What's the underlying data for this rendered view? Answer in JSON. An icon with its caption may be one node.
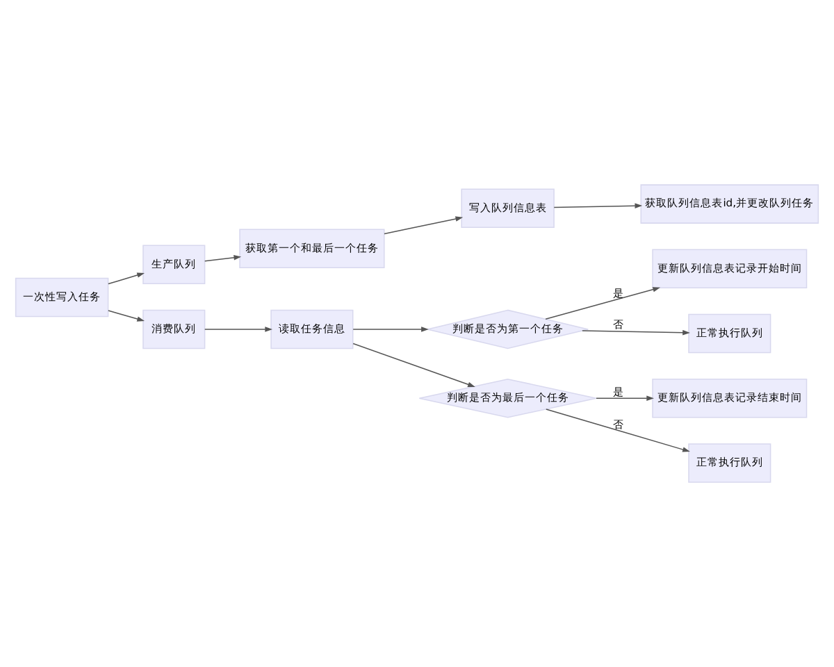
{
  "diagram": {
    "nodes": [
      {
        "text": [
          "一次性写入任务"
        ]
      },
      {
        "text": [
          "生产队列"
        ]
      },
      {
        "text": [
          "获取第一个和最后一个任务"
        ]
      },
      {
        "text": [
          "写入队列信息表"
        ]
      },
      {
        "text": [
          "获取队列信息表id,并更改队列任务"
        ]
      },
      {
        "text": [
          "消费队列"
        ]
      },
      {
        "text": [
          "读取任务信息"
        ]
      },
      {
        "text": [
          "判断是否为第一个任务"
        ]
      },
      {
        "text": [
          "更新队列信息表记录开始时间"
        ]
      },
      {
        "text": [
          "正常执行队列"
        ]
      },
      {
        "text": [
          "判断是否为最后一个任务"
        ]
      },
      {
        "text": [
          "更新队列信息表记录结束时间"
        ]
      },
      {
        "text": [
          "正常执行队列"
        ]
      }
    ],
    "edges": [
      {
        "from": 0,
        "to": 1,
        "arrow": "to"
      },
      {
        "from": 1,
        "to": 2,
        "arrow": "to"
      },
      {
        "from": 2,
        "to": 3,
        "arrow": "to"
      },
      {
        "from": 3,
        "to": 4,
        "arrow": "to"
      },
      {
        "from": 0,
        "to": 5,
        "arrow": "to"
      },
      {
        "from": 5,
        "to": 6,
        "arrow": "to"
      },
      {
        "from": 6,
        "to": 7,
        "arrow": "to"
      },
      {
        "from": 7,
        "to": 8,
        "label": "是",
        "arrow": "to"
      },
      {
        "from": 7,
        "to": 9,
        "label": "否",
        "arrow": "to"
      },
      {
        "from": 6,
        "to": 10,
        "arrow": "to"
      },
      {
        "from": 10,
        "to": 11,
        "label": "是",
        "arrow": "to"
      },
      {
        "from": 10,
        "to": 12,
        "label": "否",
        "arrow": "to"
      }
    ]
  }
}
